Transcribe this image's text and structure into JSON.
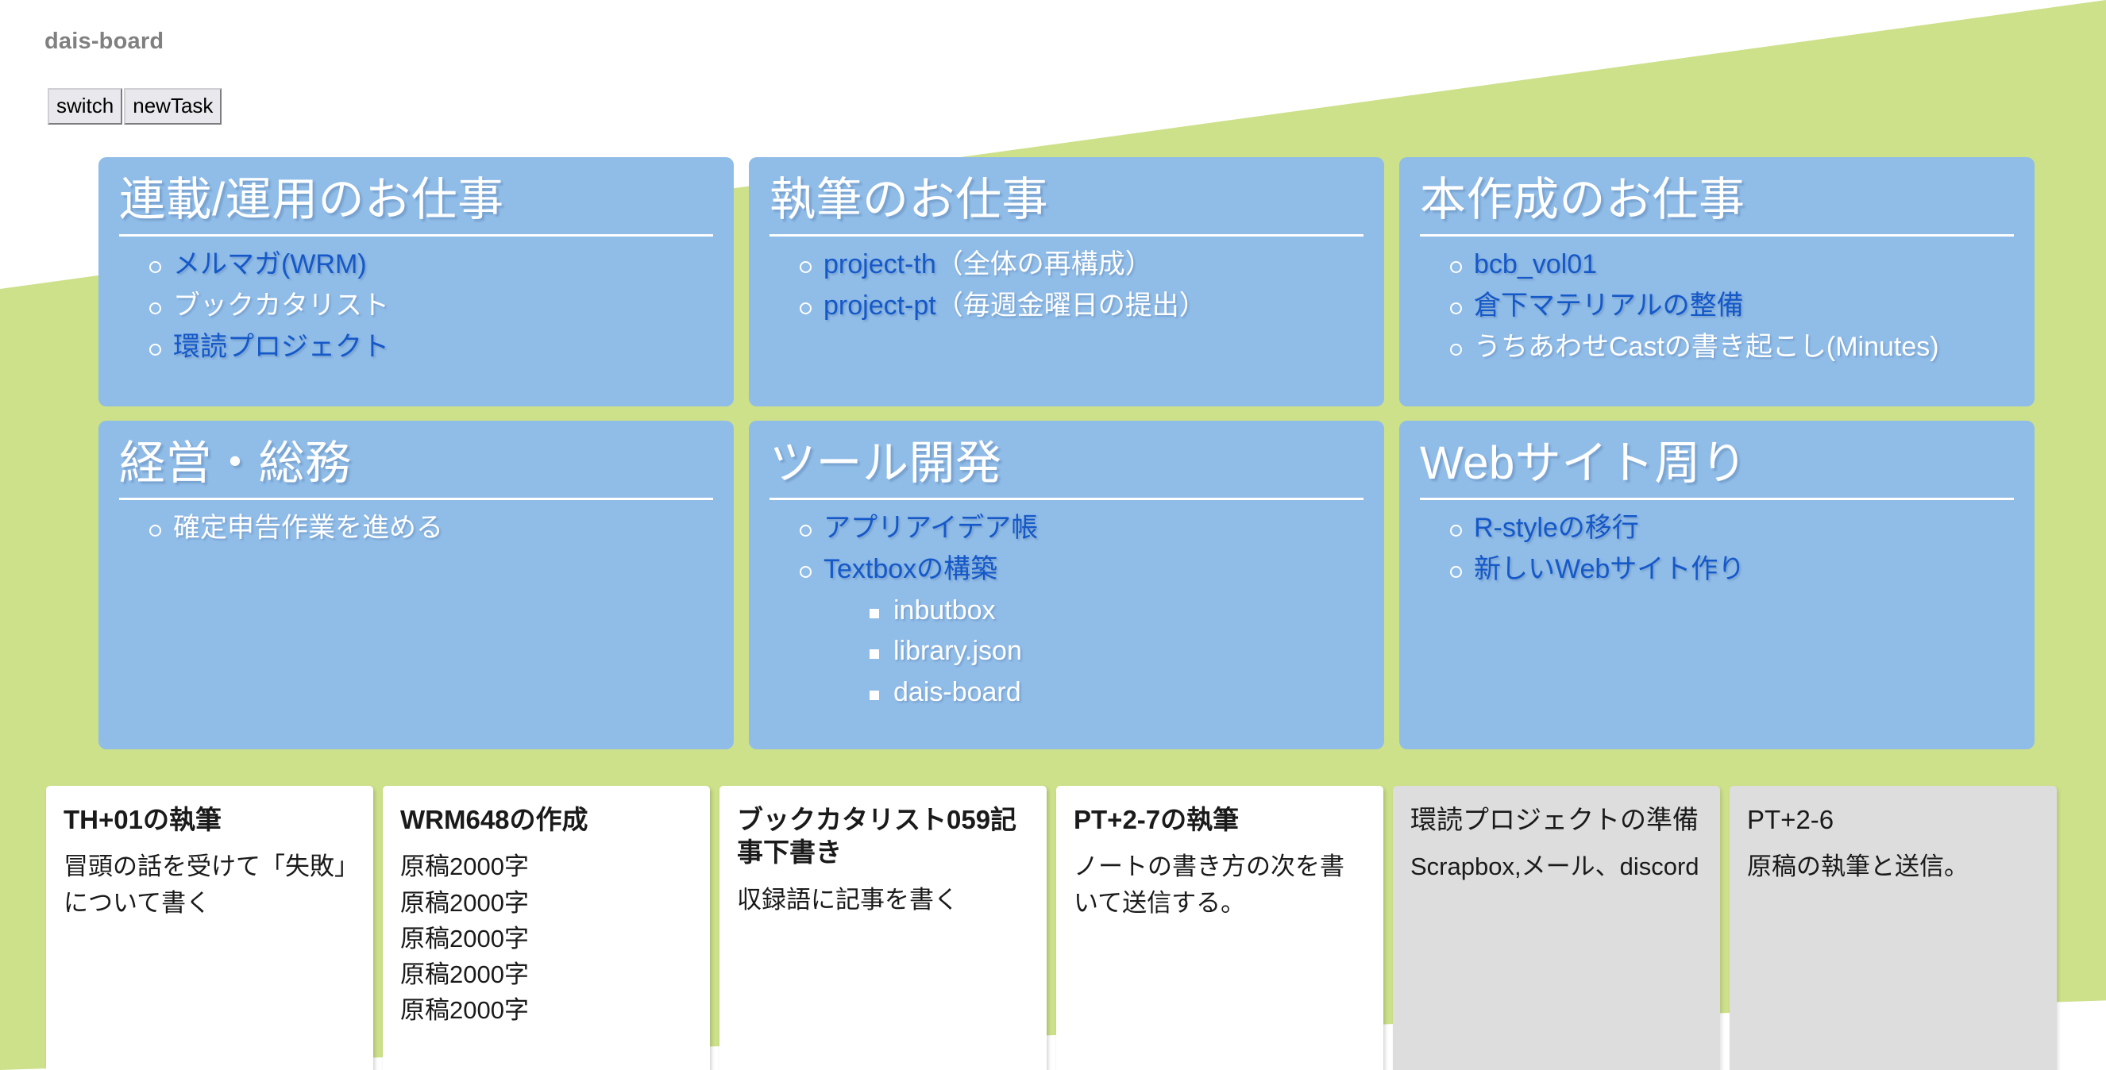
{
  "header": {
    "title": "dais-board",
    "buttons": [
      {
        "label": "switch",
        "name": "switch-button"
      },
      {
        "label": "newTask",
        "name": "new-task-button"
      }
    ]
  },
  "colors": {
    "background_green": "#cde08a",
    "card_blue": "#90bce8",
    "link_blue": "#1558c8",
    "task_card_white": "#ffffff",
    "task_card_gray": "#dddddd",
    "title_gray": "#808080"
  },
  "project_cards": [
    {
      "title": "連載/運用のお仕事",
      "items": [
        {
          "label": "メルマガ(WRM)",
          "link": true
        },
        {
          "label": "ブックカタリスト",
          "link": false
        },
        {
          "label": "環読プロジェクト",
          "link": true
        }
      ]
    },
    {
      "title": "執筆のお仕事",
      "items": [
        {
          "label": "project-th",
          "note": "（全体の再構成）",
          "link": true
        },
        {
          "label": "project-pt",
          "note": "（毎週金曜日の提出）",
          "link": true
        }
      ]
    },
    {
      "title": "本作成のお仕事",
      "items": [
        {
          "label": "bcb_vol01",
          "link": true
        },
        {
          "label": "倉下マテリアルの整備",
          "link": true
        },
        {
          "label": "うちあわせCastの書き起こし(Minutes)",
          "link": false
        }
      ]
    },
    {
      "title": "経営・総務",
      "items": [
        {
          "label": "確定申告作業を進める",
          "link": false
        }
      ]
    },
    {
      "title": "ツール開発",
      "items": [
        {
          "label": "アプリアイデア帳",
          "link": true
        },
        {
          "label": "Textboxの構築",
          "link": true,
          "children": [
            {
              "label": "inbutbox",
              "link": false
            },
            {
              "label": "library.json",
              "link": false
            },
            {
              "label": "dais-board",
              "link": false
            }
          ]
        }
      ]
    },
    {
      "title": "Webサイト周り",
      "items": [
        {
          "label": "R-styleの移行",
          "link": true
        },
        {
          "label": "新しいWebサイト作り",
          "link": true
        }
      ]
    }
  ],
  "task_cards": [
    {
      "title": "TH+01の執筆",
      "body": "冒頭の話を受けて「失敗」について書く",
      "style": "white"
    },
    {
      "title": "WRM648の作成",
      "body": "原稿2000字\n原稿2000字\n原稿2000字\n原稿2000字\n原稿2000字",
      "style": "white"
    },
    {
      "title": "ブックカタリスト059記事下書き",
      "body": "収録語に記事を書く",
      "style": "white"
    },
    {
      "title": "PT+2-7の執筆",
      "body": "ノートの書き方の次を書いて送信する。",
      "style": "white"
    },
    {
      "title": "環読プロジェクトの準備",
      "body": "Scrapbox,メール、discord",
      "style": "gray"
    },
    {
      "title": "PT+2-6",
      "body": "原稿の執筆と送信。",
      "style": "gray"
    }
  ]
}
